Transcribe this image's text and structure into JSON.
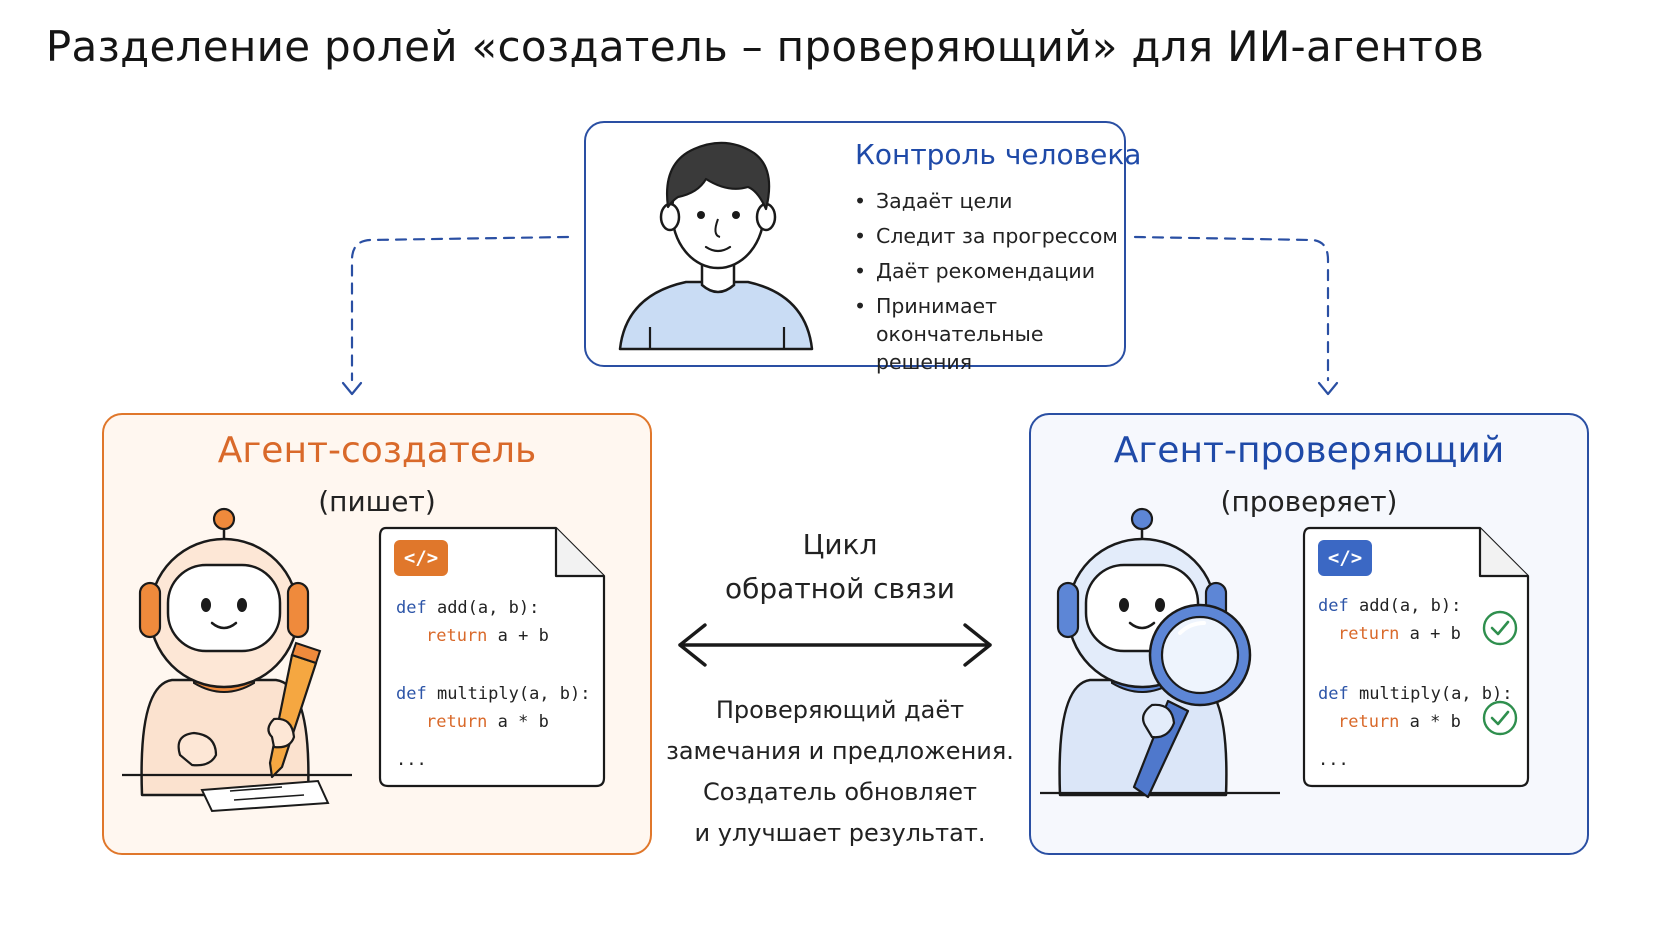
{
  "title": "Разделение ролей «создатель – проверяющий» для ИИ-агентов",
  "human": {
    "title": "Контроль человека",
    "items": [
      "Задаёт цели",
      "Следит за прогрессом",
      "Даёт рекомендации",
      "Принимает окончательные решения"
    ]
  },
  "creator": {
    "title": "Агент-создатель",
    "subtitle": "(пишет)",
    "badge": "</>",
    "code": {
      "def1_kw": "def",
      "def1_rest": " add(a, b):",
      "ret1_kw": "return",
      "ret1_rest": " a + b",
      "def2_kw": "def",
      "def2_rest": " multiply(a, b):",
      "ret2_kw": "return",
      "ret2_rest": " a * b",
      "ellipsis": "..."
    }
  },
  "reviewer": {
    "title": "Агент-проверяющий",
    "subtitle": "(проверяет)",
    "badge": "</>",
    "code": {
      "def1_kw": "def",
      "def1_rest": " add(a, b):",
      "ret1_kw": "return",
      "ret1_rest": " a + b",
      "def2_kw": "def",
      "def2_rest": " multiply(a, b):",
      "ret2_kw": "return",
      "ret2_rest": " a * b",
      "ellipsis": "..."
    }
  },
  "loop": {
    "label_line1": "Цикл",
    "label_line2": "обратной связи",
    "desc_lines": [
      "Проверяющий даёт",
      "замечания и предложения.",
      "Создатель обновляет",
      "и улучшает результат."
    ]
  },
  "colors": {
    "orange": "#e0772b",
    "blue": "#2a4fa3",
    "green": "#2f8f4e"
  }
}
